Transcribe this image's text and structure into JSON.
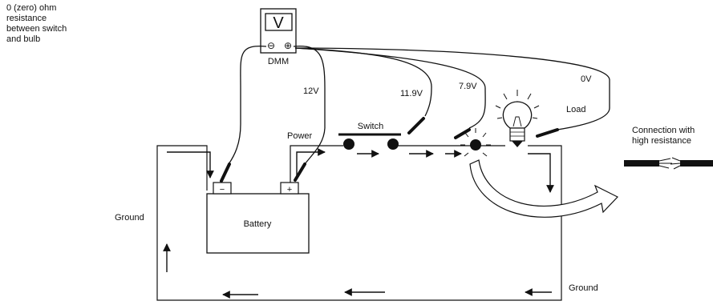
{
  "note": [
    "0 (zero) ohm",
    "resistance",
    "between switch",
    "and bulb"
  ],
  "meter": {
    "display": "V",
    "minus": "⊖",
    "plus": "⊕",
    "label": "DMM"
  },
  "readings": {
    "battery": "12V",
    "switch": "11.9V",
    "before_bulb": "7.9V",
    "after_bulb": "0V"
  },
  "labels": {
    "power": "Power",
    "switch": "Switch",
    "load": "Load",
    "battery": "Battery",
    "ground_left": "Ground",
    "ground_right": "Ground",
    "terminal_neg": "−",
    "terminal_pos": "+"
  },
  "connection": [
    "Connection with",
    "high resistance"
  ]
}
